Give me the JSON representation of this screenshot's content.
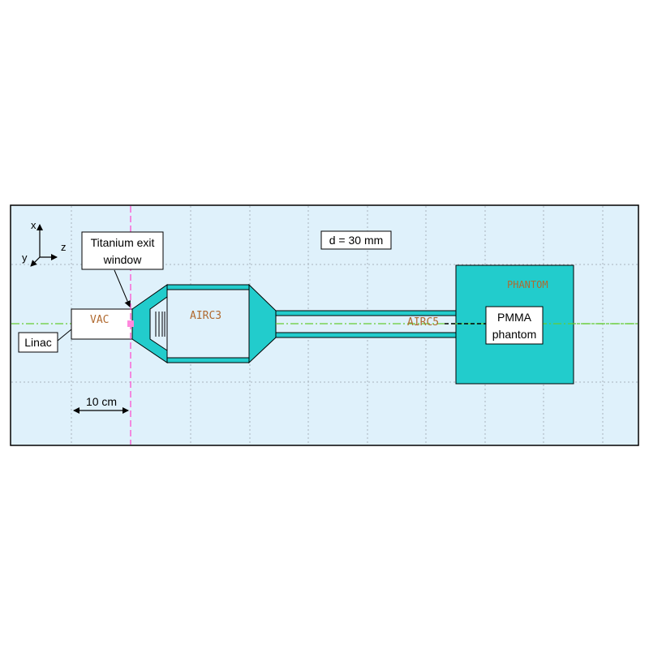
{
  "diagram": {
    "background_color": "#dff1fb",
    "component_color": "#22cccc",
    "grid_color": "#aab4bc",
    "axis_line_color": "#66cc33",
    "marker_line_color": "#ff44cc",
    "region_label_color": "#b06a30",
    "region_labels": {
      "vac": "VAC",
      "airc3": "AIRC3",
      "airc5": "AIRC5",
      "phantom": "PHANTOM"
    },
    "callouts": {
      "titanium_line1": "Titanium exit",
      "titanium_line2": "window",
      "distance": "d = 30 mm",
      "linac": "Linac",
      "pmma_line1": "PMMA",
      "pmma_line2": "phantom"
    },
    "axes": {
      "x": "x",
      "y": "y",
      "z": "z"
    },
    "scale_label": "10 cm"
  }
}
